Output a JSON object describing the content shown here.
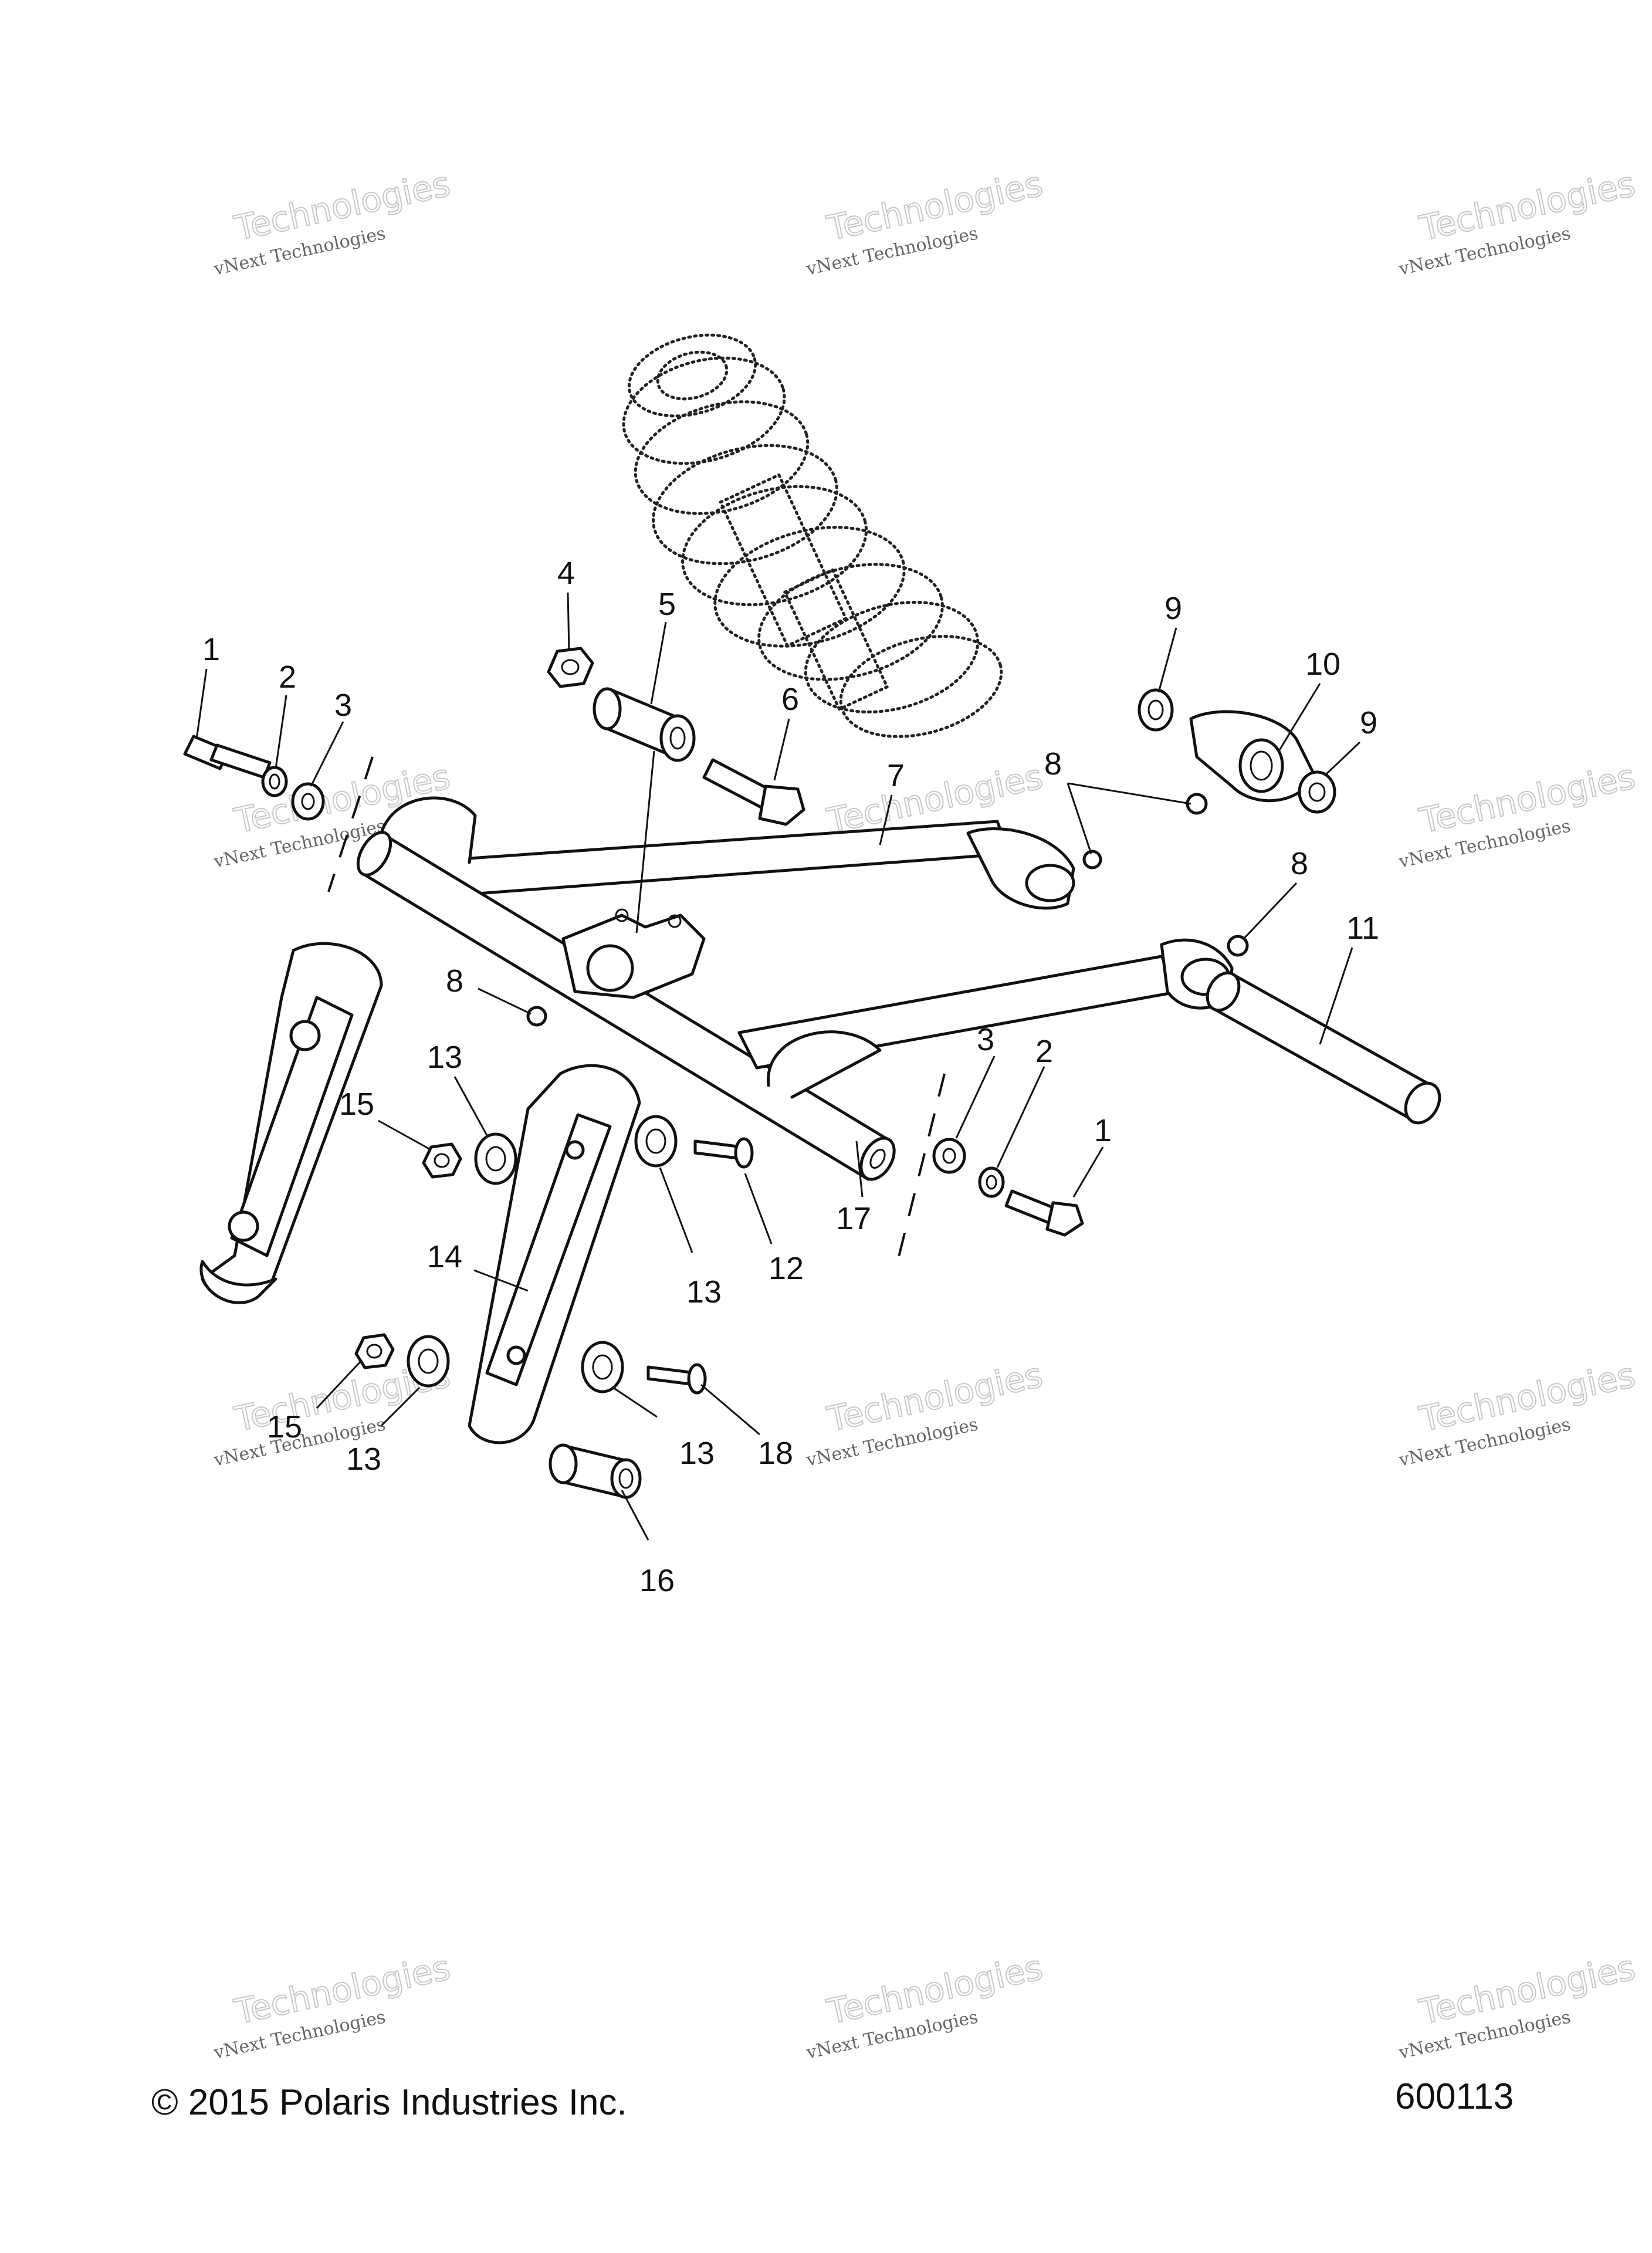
{
  "diagram": {
    "copyright": "© 2015 Polaris Industries Inc.",
    "figure_number": "600113",
    "watermark": {
      "line1": "vNext Technologies",
      "line2": "Technologies"
    },
    "callouts": [
      "1",
      "2",
      "3",
      "4",
      "5",
      "6",
      "7",
      "8",
      "8",
      "8",
      "9",
      "9",
      "10",
      "11",
      "12",
      "13",
      "13",
      "13",
      "13",
      "14",
      "15",
      "15",
      "16",
      "17",
      "18",
      "3",
      "2",
      "1"
    ]
  }
}
